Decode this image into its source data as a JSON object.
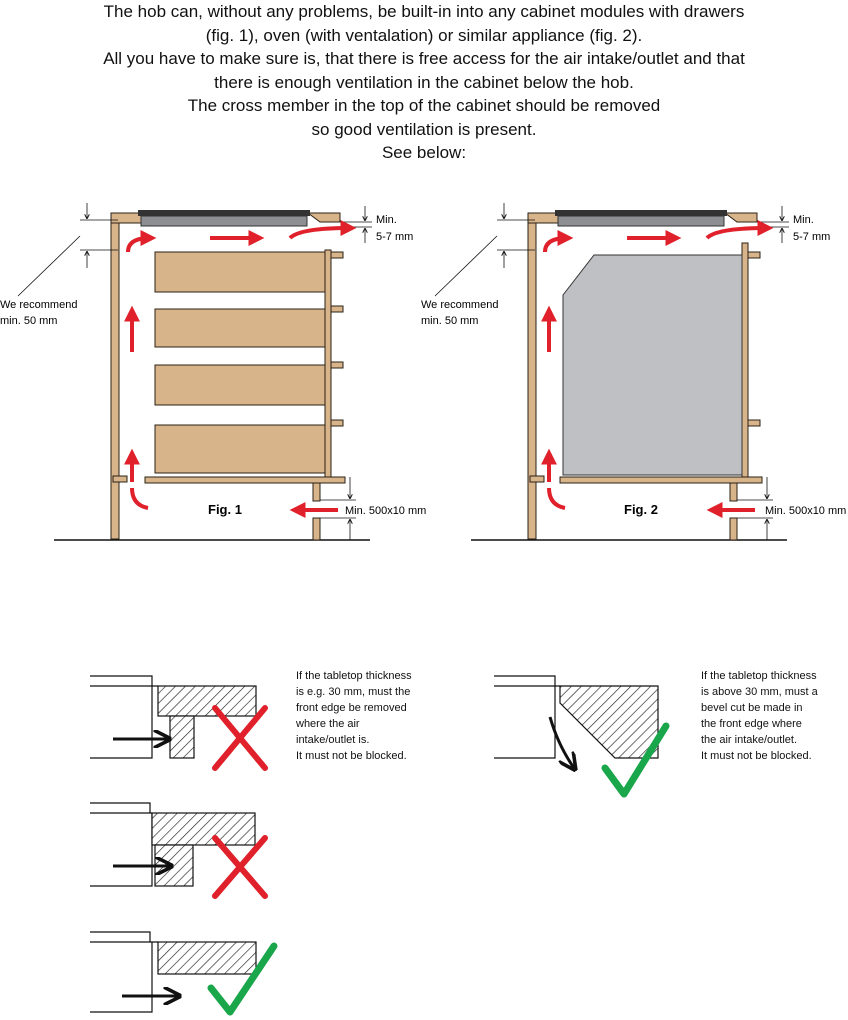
{
  "intro": {
    "lines": [
      "The hob can, without any problems, be built-in into any cabinet modules with drawers",
      "(fig. 1), oven (with ventalation) or similar appliance (fig. 2).",
      "All you have to make sure is, that there is free access for the air intake/outlet and that",
      "there is enough ventilation in the cabinet below the hob.",
      "The cross member in the top of the cabinet should be removed",
      "so good ventilation is present.",
      "See below:"
    ]
  },
  "figures": [
    {
      "caption": "Fig. 1",
      "gap_label_line1": "Min.",
      "gap_label_line2": "5-7 mm",
      "recommend_line1": "We recommend",
      "recommend_line2": "min. 50 mm",
      "bottom_label": "Min. 500x10 mm"
    },
    {
      "caption": "Fig. 2",
      "gap_label_line1": "Min.",
      "gap_label_line2": "5-7 mm",
      "recommend_line1": "We recommend",
      "recommend_line2": "min. 50 mm",
      "bottom_label": "Min. 500x10 mm"
    }
  ],
  "notes": [
    {
      "lines": [
        "If the tabletop thickness",
        "is e.g. 30 mm, must the",
        "front edge be removed",
        "where the air",
        "intake/outlet is.",
        "It must not be blocked."
      ]
    },
    {
      "lines": [
        "If the tabletop thickness",
        "is above 30 mm, must a",
        "bevel cut be made in",
        "the front edge where",
        "the air intake/outlet.",
        "It must not be blocked."
      ]
    }
  ],
  "colors": {
    "wood": "#d8b48a",
    "wood_edge": "#2a2015",
    "appliance": "#bfc0c3",
    "hob": "#8d8f93",
    "arrow_red": "#e0202a",
    "cross_red": "#e0202a",
    "check_green": "#1aa64a"
  }
}
